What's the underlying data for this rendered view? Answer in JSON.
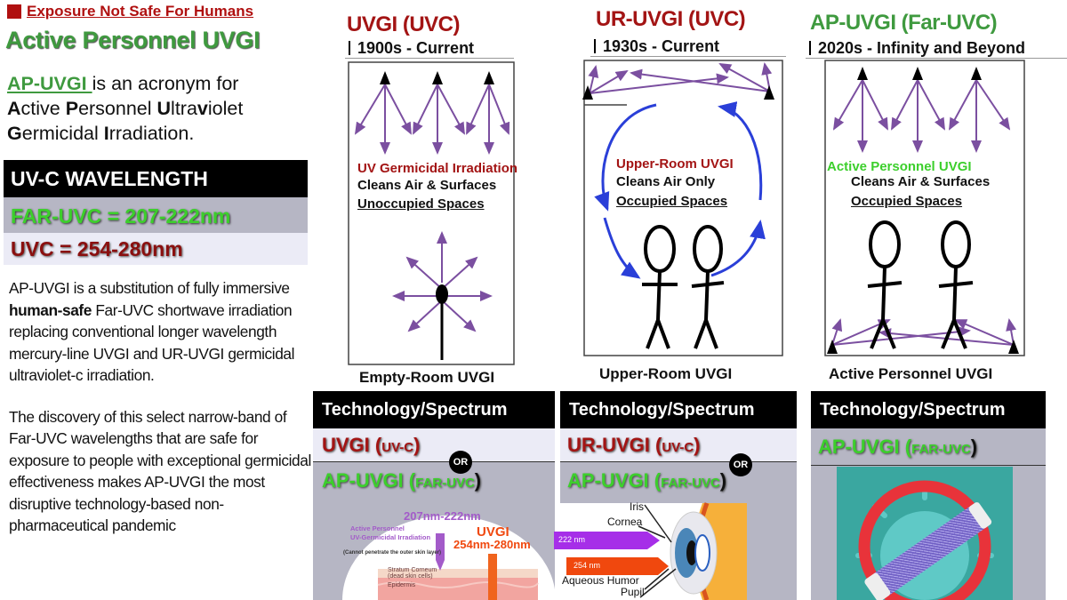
{
  "left": {
    "banner": "Exposure Not Safe For Humans",
    "title": "Active Personnel UVGI",
    "acronym_link": "AP-UVGI ",
    "acronym_rest": "is an acronym for",
    "acronym_words": [
      {
        "initial": "A",
        "rest": "ctive "
      },
      {
        "initial": "P",
        "rest": "ersonnel "
      },
      {
        "initial": "U",
        "rest": "ltra"
      },
      {
        "initial": "v",
        "rest": "iolet"
      },
      {
        "initial": "G",
        "rest": "ermicidal "
      },
      {
        "initial": "I",
        "rest": "rradiation."
      }
    ],
    "wavelength": {
      "heading": "UV-C WAVELENGTH",
      "far_uvc": "FAR-UVC = 207-222nm",
      "uvc": "UVC = 254-280nm"
    },
    "body_1_a": "AP-UVGI is a substitution of fully immersive ",
    "body_1_b": "human-safe",
    "body_1_c": " Far-UVC shortwave irradiation replacing conventional longer wavelength mercury-line UVGI and UR-UVGI germicidal ultraviolet-c irradiation.",
    "body_2": "The discovery of this select narrow-band of Far-UVC wavelengths that are safe for exposure to people with exceptional germicidal effectiveness makes AP-UVGI the most disruptive technology-based non-pharmaceutical pandemic"
  },
  "panels": [
    {
      "title": "UVGI (UVC)",
      "era": "1900s - Current",
      "label": "UV Germicidal Irradiation",
      "line2": "Cleans Air & Surfaces",
      "line3": "Unoccupied Spaces",
      "caption": "Empty-Room UVGI",
      "tech_header": "Technology/Spectrum",
      "tech1": "UVGI (",
      "tech1_small": "UV-C",
      "tech2": "AP-UVGI (",
      "tech2_small": "FAR-UVC",
      "or": "OR"
    },
    {
      "title": "UR-UVGI (UVC)",
      "era": "1930s - Current",
      "label": "Upper-Room UVGI",
      "line2": "Cleans Air Only",
      "line3": "Occupied Spaces",
      "caption": "Upper-Room UVGI",
      "tech_header": "Technology/Spectrum",
      "tech1": "UR-UVGI (",
      "tech1_small": "UV-C",
      "tech2": "AP-UVGI (",
      "tech2_small": "FAR-UVC",
      "or": "OR"
    },
    {
      "title": "AP-UVGI (Far-UVC)",
      "era": "2020s - Infinity and Beyond",
      "label": "Active Personnel  UVGI",
      "line2": "Cleans Air & Surfaces",
      "line3": "Occupied Spaces",
      "caption": "Active Personnel UVGI",
      "tech_header": "Technology/Spectrum",
      "tech1": "AP-UVGI (",
      "tech1_small": "FAR-UVC"
    }
  ],
  "skin_figure": {
    "far": "207nm-222nm",
    "ap_label_1": "Active Personnel",
    "ap_label_2": "UV-Germicidal Irradiation",
    "note": "(Cannot penetrate the outer skin layer)",
    "uvgi": "UVGI",
    "uvgi_range": "254nm-280nm",
    "stratum": "Stratum Corneum",
    "stratum_sub": "(dead skin cells)",
    "epidermis": "Epidermis"
  },
  "eye_figure": {
    "iris": "Iris",
    "cornea": "Cornea",
    "nm222": "222 nm",
    "nm254": "254 nm",
    "aqueous": "Aqueous Humor",
    "pupil": "Pupil"
  },
  "colors": {
    "uvc_red": "#a31414",
    "far_green": "#3ccf2c",
    "ray_purple": "#7b4fa0",
    "air_blue": "#2a3fd8"
  }
}
